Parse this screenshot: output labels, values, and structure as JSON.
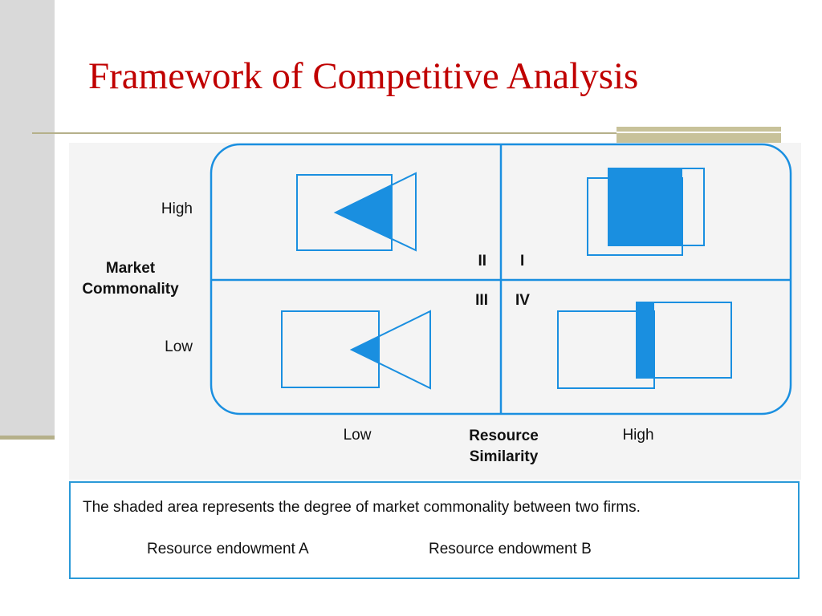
{
  "slide": {
    "title": "Framework of Competitive Analysis"
  },
  "diagram": {
    "y_axis": {
      "label_line1": "Market",
      "label_line2": "Commonality",
      "high": "High",
      "low": "Low"
    },
    "x_axis": {
      "label_line1": "Resource",
      "label_line2": "Similarity",
      "low": "Low",
      "high": "High"
    },
    "quadrants": {
      "q1": "I",
      "q2": "II",
      "q3": "III",
      "q4": "IV"
    },
    "colors": {
      "accent": "#1a8fe0",
      "text": "#111111",
      "title": "#c00000"
    }
  },
  "legend": {
    "caption": "The shaded area represents the degree of market commonality between two firms.",
    "item_a": "Resource endowment A",
    "item_b": "Resource endowment B",
    "icon_a": "square-outline-icon",
    "icon_b": "triangle-outline-icon"
  }
}
